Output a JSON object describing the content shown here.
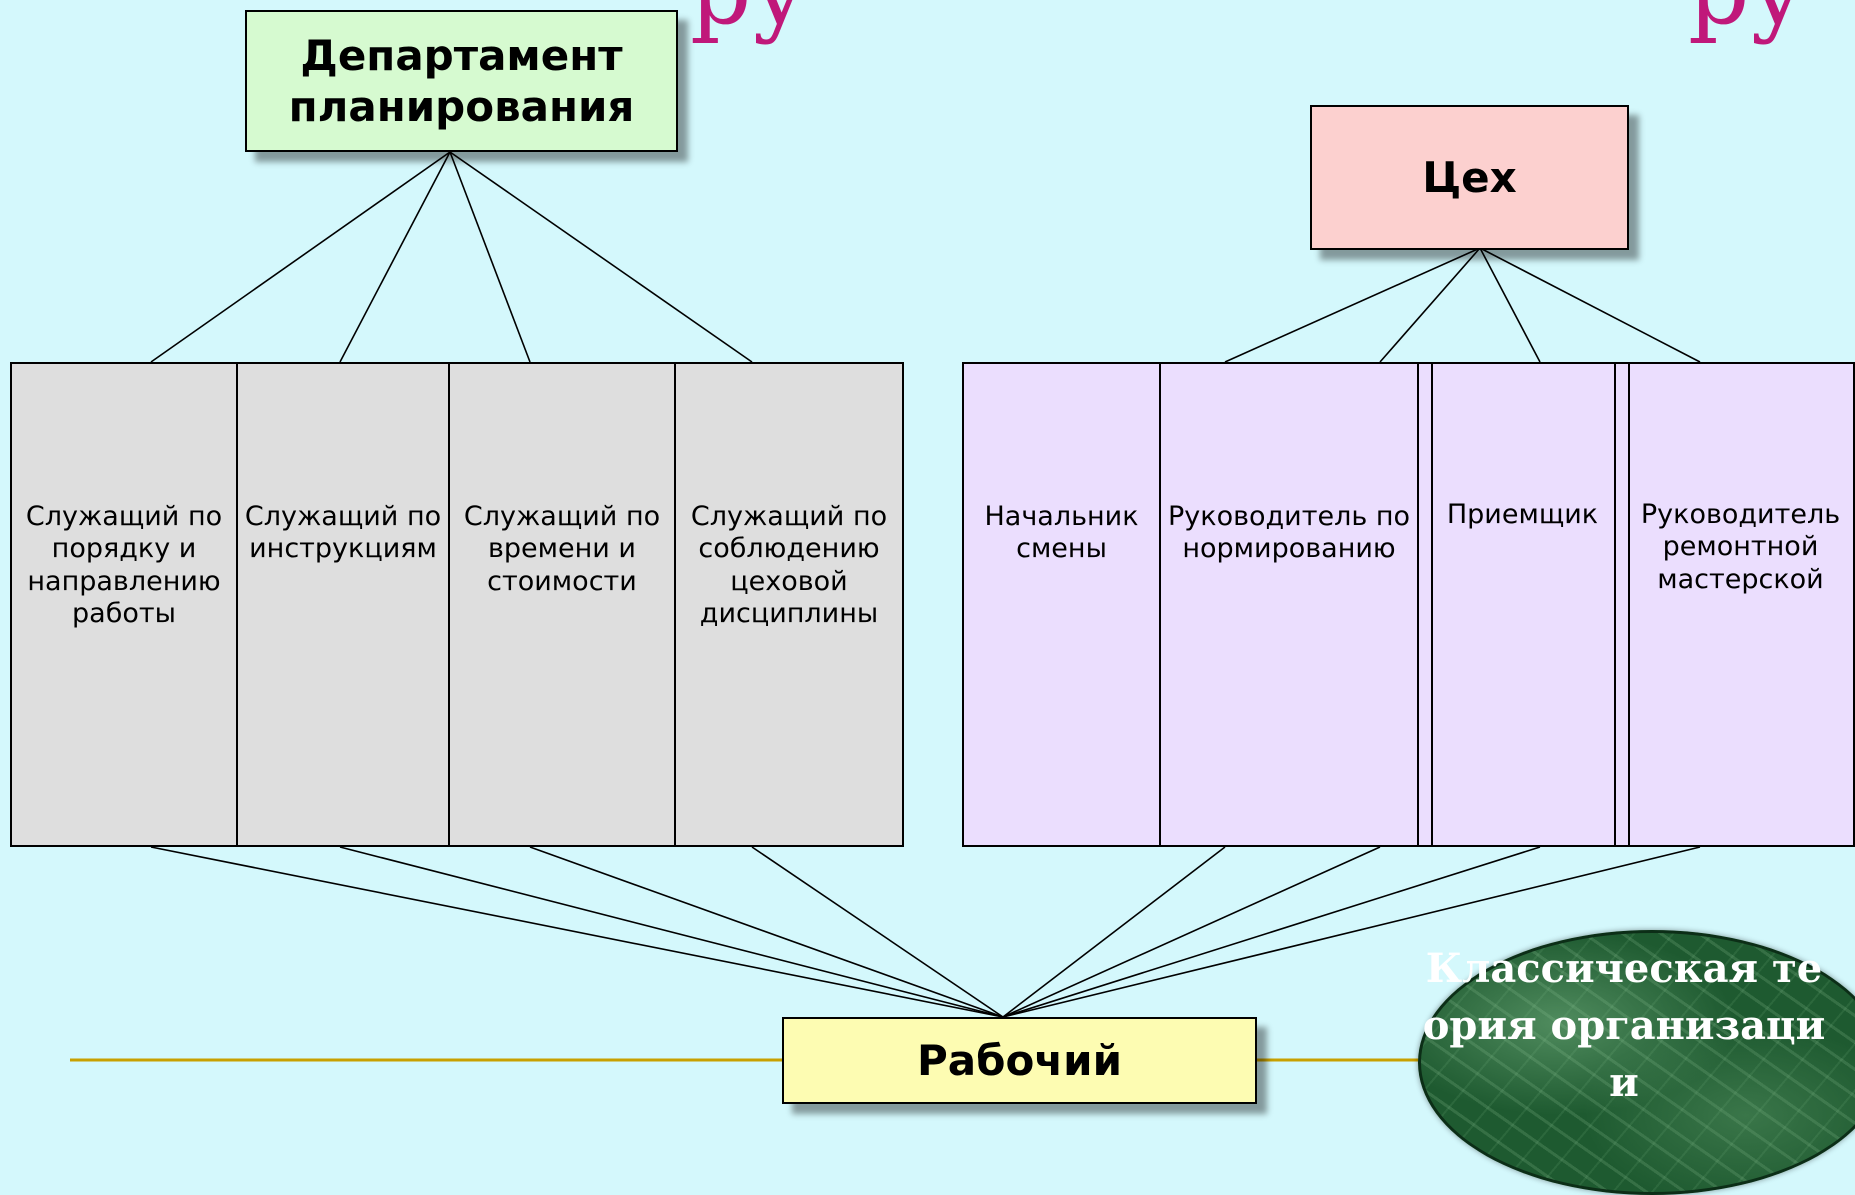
{
  "diagram": {
    "departments": {
      "planning": "Департамент планирования",
      "workshop": "Цех"
    },
    "planning_clerks": [
      "Служащий по порядку и направлению работы",
      "Служащий по инструкциям",
      "Служащий по времени и стоимости",
      "Служащий по соблюдению цеховой дисциплины"
    ],
    "workshop_roles": [
      "Начальник смены",
      "Руководитель по нормированию",
      "Приемщик",
      "Руководитель ремонтной мастерской"
    ],
    "worker": "Рабочий",
    "badge": "Классическая теория организации",
    "title_fragments": [
      "ру",
      "ру"
    ]
  }
}
